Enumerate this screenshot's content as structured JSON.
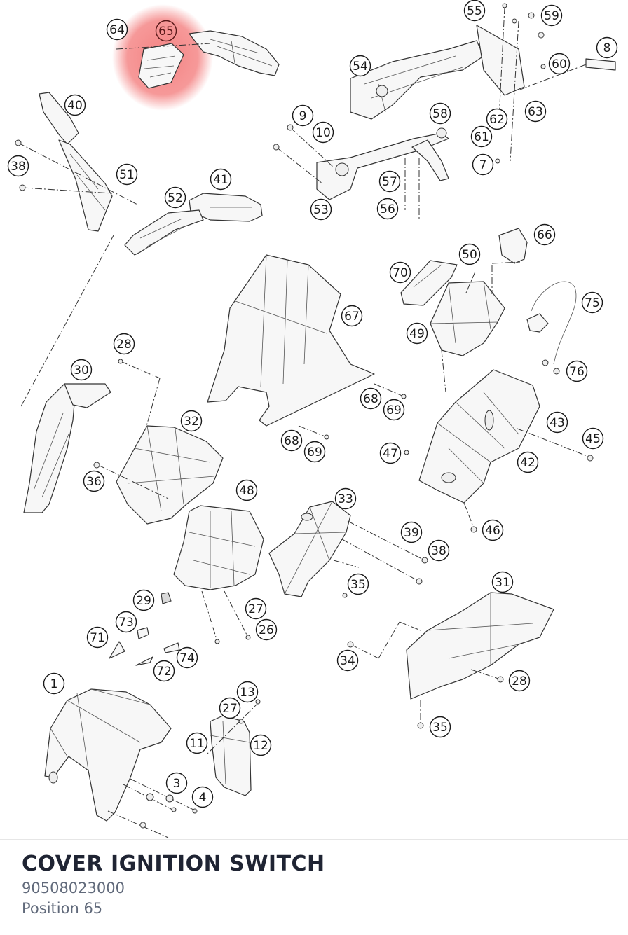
{
  "diagram": {
    "highlight_color": "#f26d6d",
    "highlighted_position": "65",
    "callouts": [
      "1",
      "3",
      "4",
      "7",
      "8",
      "9",
      "10",
      "11",
      "12",
      "13",
      "26",
      "27",
      "27",
      "28",
      "28",
      "29",
      "30",
      "31",
      "32",
      "33",
      "34",
      "35",
      "35",
      "36",
      "38",
      "38",
      "39",
      "40",
      "41",
      "42",
      "43",
      "45",
      "46",
      "47",
      "48",
      "49",
      "50",
      "51",
      "52",
      "53",
      "54",
      "55",
      "56",
      "57",
      "58",
      "59",
      "60",
      "61",
      "62",
      "63",
      "64",
      "65",
      "66",
      "67",
      "68",
      "68",
      "69",
      "69",
      "70",
      "71",
      "72",
      "73",
      "74",
      "75",
      "76"
    ]
  },
  "part": {
    "title": "COVER IGNITION SWITCH",
    "number": "90508023000",
    "position": "Position 65"
  }
}
